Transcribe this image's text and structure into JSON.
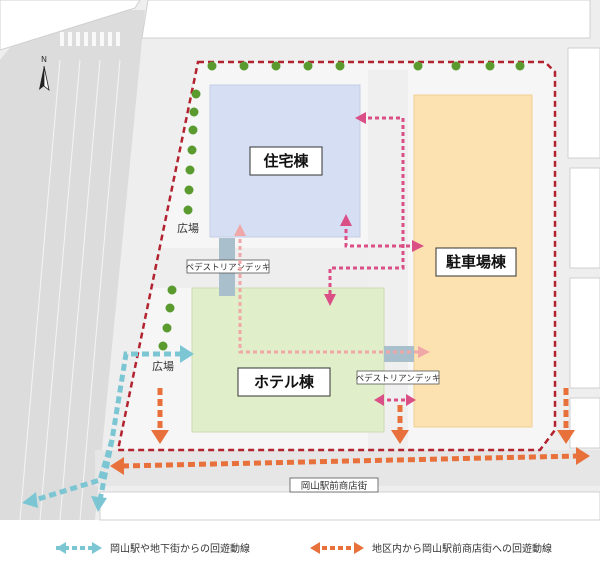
{
  "compass": {
    "north_label": "N"
  },
  "buildings": {
    "residential": "住宅棟",
    "hotel": "ホテル棟",
    "parking": "駐車場棟"
  },
  "plazas": {
    "north": "広場",
    "south": "広場"
  },
  "decks": {
    "west": "ペデストリアンデッキ",
    "east": "ペデストリアンデッキ"
  },
  "street": "岡山駅前商店街",
  "legend": {
    "blue": "岡山駅や地下街からの回遊動線",
    "orange": "地区内から岡山駅前商店街への回遊動線"
  },
  "colors": {
    "blue_route": "#7cc6d4",
    "orange_route": "#e8703a",
    "pink_route": "#d94f86",
    "boundary": "#b3222f",
    "residential_fill": "#d6def3",
    "hotel_fill": "#e0eec9",
    "parking_fill": "#fde2b1",
    "deck_fill": "#a9bfcb",
    "tree": "#5a9a2f"
  }
}
